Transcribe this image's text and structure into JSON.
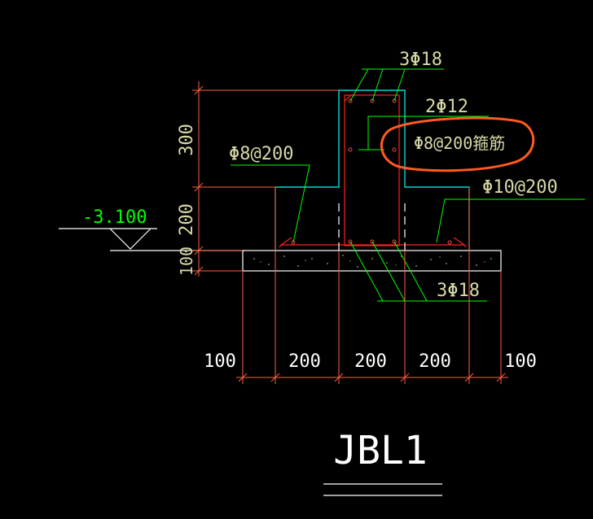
{
  "title": "JBL1",
  "elevation": "-3.100",
  "labels": {
    "top_bars": "3Φ18",
    "side_bars": "2Φ12",
    "stirrup": "Φ8@200箍筋",
    "left_dist": "Φ8@200",
    "right_dist": "Φ10@200",
    "bottom_bars": "3Φ18"
  },
  "dimensions": {
    "vertical": [
      "300",
      "200",
      "100"
    ],
    "horizontal": [
      "100",
      "200",
      "200",
      "200",
      "100"
    ]
  },
  "colors": {
    "background": "#000000",
    "dimension": "#ff6040",
    "concrete_outline": "#00ffff",
    "rebar": "#ff2020",
    "leader": "#00ff00",
    "annotation_circle": "#ff5a1f",
    "text": "#d8d8a8"
  }
}
